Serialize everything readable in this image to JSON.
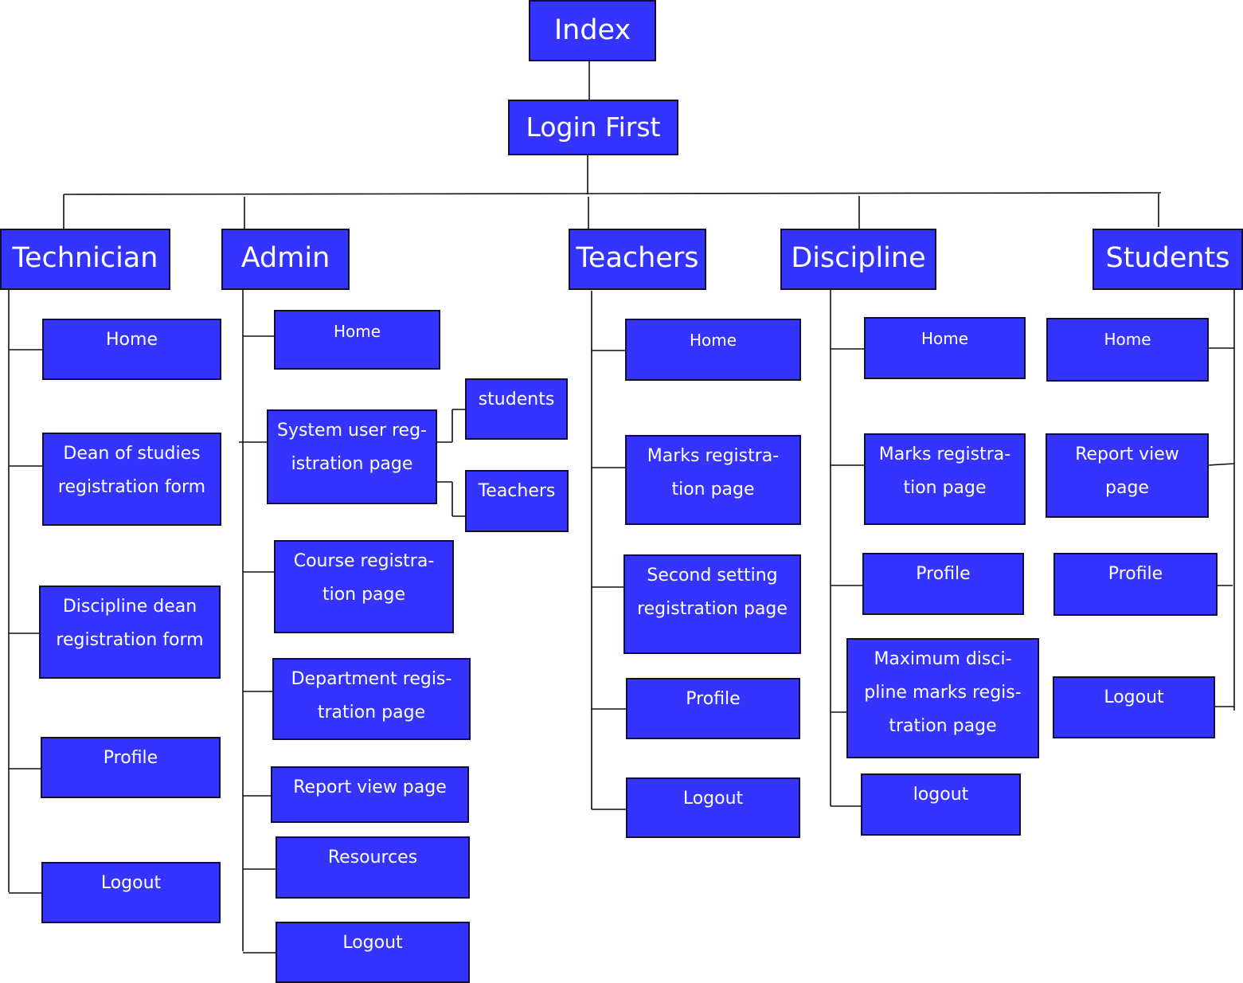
{
  "root": {
    "label": "Index"
  },
  "login": {
    "label": "Login First"
  },
  "roles": {
    "technician": {
      "label": "Technician",
      "pages": [
        "Home",
        "Dean of studies\nregistration form",
        "Discipline dean\nregistration form",
        "Profile",
        "Logout"
      ]
    },
    "admin": {
      "label": "Admin",
      "pages": [
        "Home",
        "System user reg-\nistration page",
        "Course registra-\ntion page",
        "Department regis-\ntration page",
        "Report view page",
        "Resources",
        "Logout"
      ],
      "system_user_children": [
        "students",
        "Teachers"
      ]
    },
    "teachers": {
      "label": "Teachers",
      "pages": [
        "Home",
        "Marks registra-\ntion page",
        "Second setting\nregistration page",
        "Profile",
        "Logout"
      ]
    },
    "discipline": {
      "label": "Discipline",
      "pages": [
        "Home",
        "Marks registra-\ntion page",
        "Profile",
        "Maximum disci-\npline marks regis-\ntration page",
        "logout"
      ]
    },
    "students": {
      "label": "Students",
      "pages": [
        "Home",
        "Report view\npage",
        "Profile",
        "Logout"
      ]
    }
  },
  "colors": {
    "box_fill": "#3434fe",
    "box_border": "#0f0f3a",
    "text": "#ffffff",
    "connector": "#111111"
  }
}
